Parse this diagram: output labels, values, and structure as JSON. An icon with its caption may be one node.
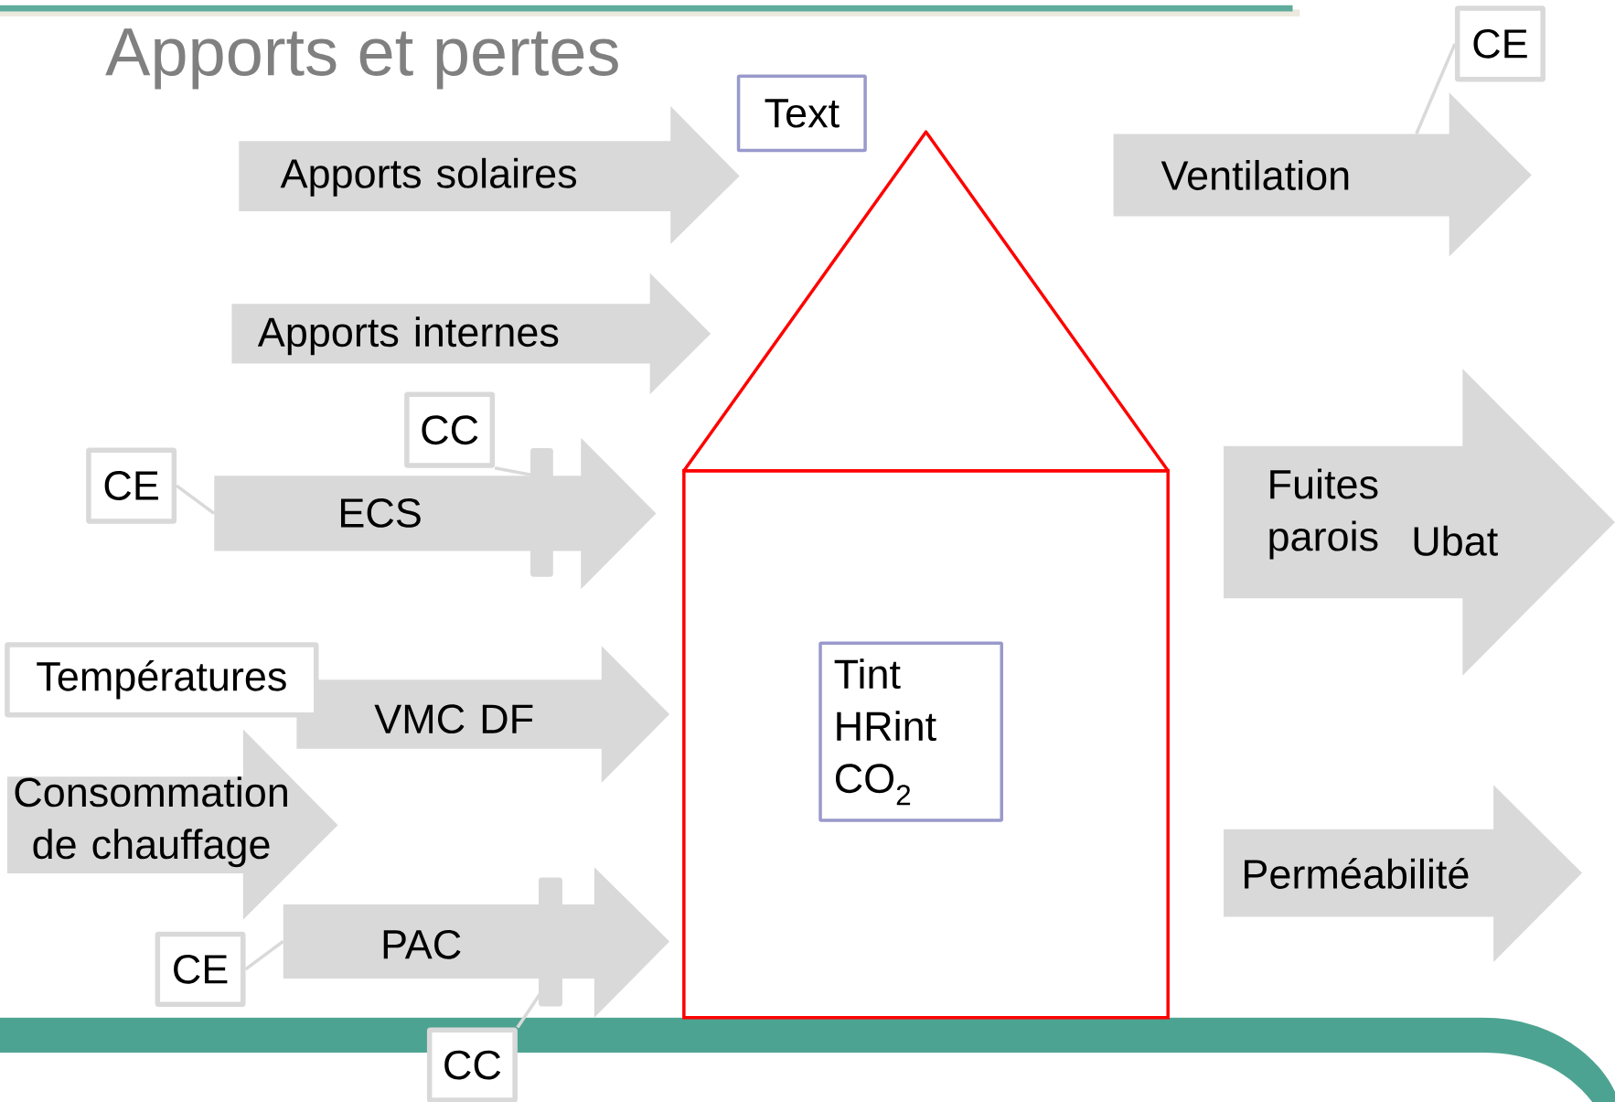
{
  "diagram": {
    "title": "Apports et pertes",
    "nodes": [
      {
        "text": [
          "Apports solaires"
        ]
      },
      {
        "text": [
          "Text"
        ]
      },
      {
        "text": [
          "Apports internes"
        ]
      },
      {
        "text": [
          "CC"
        ]
      },
      {
        "text": [
          "CE"
        ]
      },
      {
        "text": [
          "ECS"
        ]
      },
      {
        "text": [
          "Températures"
        ]
      },
      {
        "text": [
          "VMC DF"
        ]
      },
      {
        "text": [
          "Consommation de chauffage"
        ]
      },
      {
        "text": [
          "CE"
        ]
      },
      {
        "text": [
          "PAC"
        ]
      },
      {
        "text": [
          "CC"
        ]
      },
      {
        "text": [],
        "shape": "triangle"
      },
      {
        "text": [],
        "shape": "box"
      },
      {
        "text": [
          "Tint HRint CO$_{2}$"
        ],
        "in": 13
      },
      {
        "text": [
          "CE"
        ]
      },
      {
        "text": [
          "Ventilation"
        ]
      },
      {
        "text": [
          "Fuites parois",
          "Ubat"
        ]
      },
      {
        "text": [
          "Perméabilité"
        ]
      }
    ],
    "edges": [
      {
        "from": 4,
        "to": 5,
        "arrow": "none"
      },
      {
        "from": 3,
        "to": 5,
        "arrow": "none"
      },
      {
        "from": 9,
        "to": 10,
        "arrow": "none"
      },
      {
        "from": 11,
        "to": 10,
        "arrow": "none"
      },
      {
        "from": 15,
        "to": 16,
        "arrow": "none"
      }
    ]
  }
}
